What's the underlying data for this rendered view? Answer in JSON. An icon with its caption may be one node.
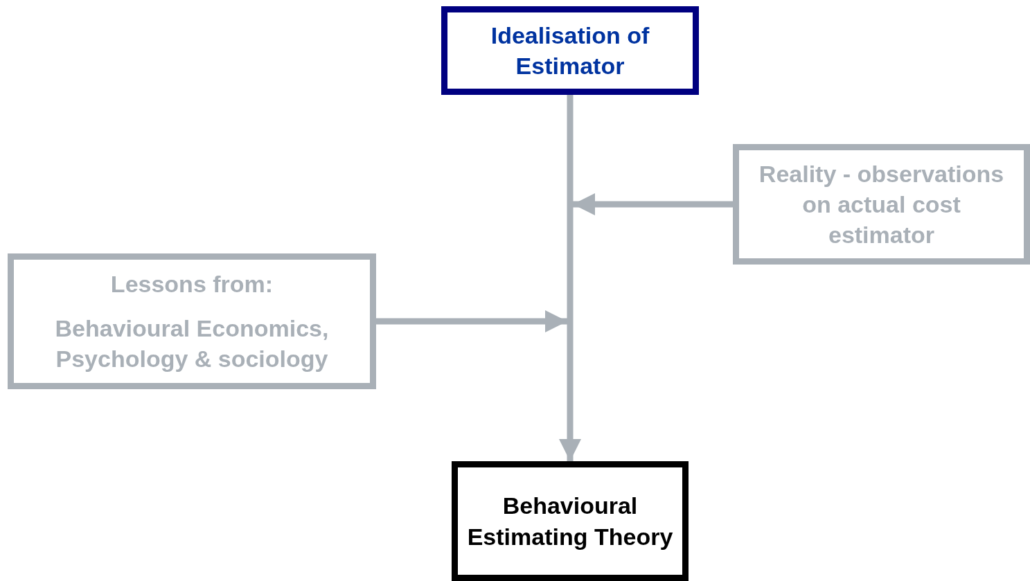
{
  "diagram": {
    "nodes": [
      {
        "text": [
          "Idealisation of Estimator"
        ]
      },
      {
        "text": [
          "Reality - observations on actual cost estimator"
        ]
      },
      {
        "text": [
          "Lessons from:",
          "Behavioural Economics, Psychology & sociology"
        ]
      },
      {
        "text": [
          "Behavioural Estimating Theory"
        ]
      }
    ],
    "edges": [
      {
        "from": 0,
        "to": 3,
        "arrow": "to"
      },
      {
        "from": 1,
        "to": null,
        "arrow": "to"
      },
      {
        "from": 2,
        "to": null,
        "arrow": "to"
      }
    ]
  }
}
